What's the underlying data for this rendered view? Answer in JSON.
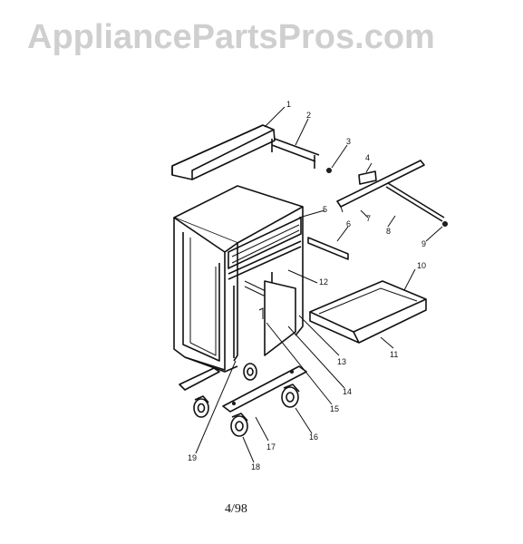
{
  "watermark": "AppliancePartsPros.com",
  "page_code": "4/98",
  "callouts": [
    "1",
    "2",
    "3",
    "4",
    "5",
    "6",
    "7",
    "8",
    "9",
    "10",
    "11",
    "12",
    "13",
    "14",
    "15",
    "16",
    "17",
    "18",
    "19"
  ]
}
